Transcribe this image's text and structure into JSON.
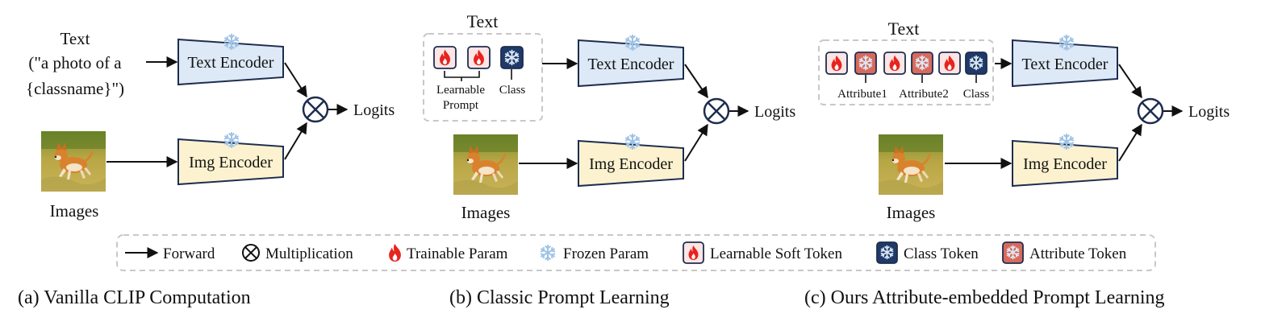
{
  "panel_a": {
    "text_title": "Text",
    "text_line1": "(\"a photo of a",
    "text_line2": "{classname}\")",
    "text_encoder": "Text Encoder",
    "img_encoder": "Img Encoder",
    "images_label": "Images",
    "logits": "Logits",
    "caption": "(a) Vanilla CLIP Computation"
  },
  "panel_b": {
    "text_title": "Text",
    "learnable_line1": "Learnable",
    "learnable_line2": "Prompt",
    "class_label": "Class",
    "text_encoder": "Text Encoder",
    "img_encoder": "Img Encoder",
    "images_label": "Images",
    "logits": "Logits",
    "caption": "(b) Classic Prompt Learning"
  },
  "panel_c": {
    "text_title": "Text",
    "attribute1": "Attribute1",
    "attribute2": "Attribute2",
    "class_label": "Class",
    "text_encoder": "Text Encoder",
    "img_encoder": "Img Encoder",
    "images_label": "Images",
    "logits": "Logits",
    "caption": "(c) Ours Attribute-embedded Prompt Learning"
  },
  "legend": {
    "forward": "Forward",
    "multiplication": "Multiplication",
    "trainable": "Trainable Param",
    "frozen": "Frozen Param",
    "soft_token": "Learnable Soft Token",
    "class_token": "Class Token",
    "attribute_token": "Attribute Token"
  },
  "colors": {
    "text_encoder_fill": "#dde9f6",
    "img_encoder_fill": "#fdf2d0",
    "encoder_stroke": "#1e2d4f",
    "class_token": "#1f3a68",
    "attribute_token": "#d86a5c",
    "soft_token_fill": "#fbe5e5",
    "flame": "#e8231e",
    "snowflake": "#9ec3e6"
  }
}
